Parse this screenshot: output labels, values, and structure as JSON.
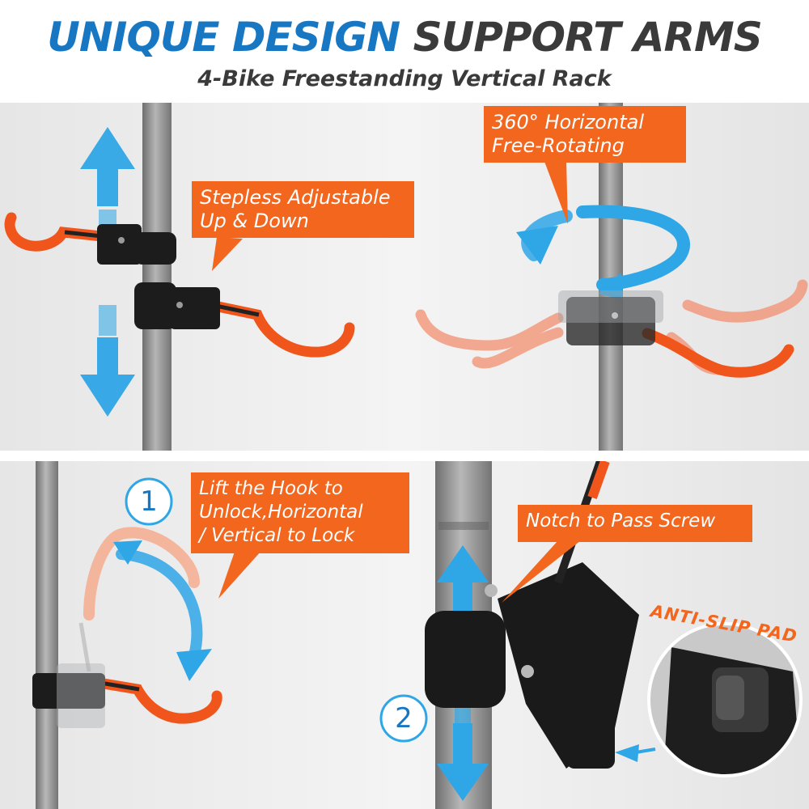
{
  "header": {
    "title_highlight": "UNIQUE DESIGN",
    "title_rest": "SUPPORT ARMS",
    "subtitle": "4-Bike Freestanding Vertical Rack"
  },
  "panels": {
    "top_left": {
      "callout": "Stepless Adjustable\nUp & Down"
    },
    "top_right": {
      "callout": "360° Horizontal\nFree-Rotating"
    },
    "bottom_left": {
      "step_number": "1",
      "callout": "Lift the Hook to\nUnlock,Horizontal\n/ Vertical to Lock"
    },
    "bottom_right": {
      "callout": "Notch to Pass Screw",
      "step_number": "2",
      "badge": "ANTI-SLIP PAD"
    }
  },
  "colors": {
    "brand_blue": "#1877c2",
    "accent_orange": "#f2661e",
    "arrow_blue": "#2fa6e6",
    "pole_gray": "#8c8c8c",
    "dark_text": "#3a3a3a"
  },
  "icons": [
    "double-arrow-icon",
    "rotation-arrow-icon",
    "curved-arrow-icon",
    "numbered-circle-icon"
  ]
}
